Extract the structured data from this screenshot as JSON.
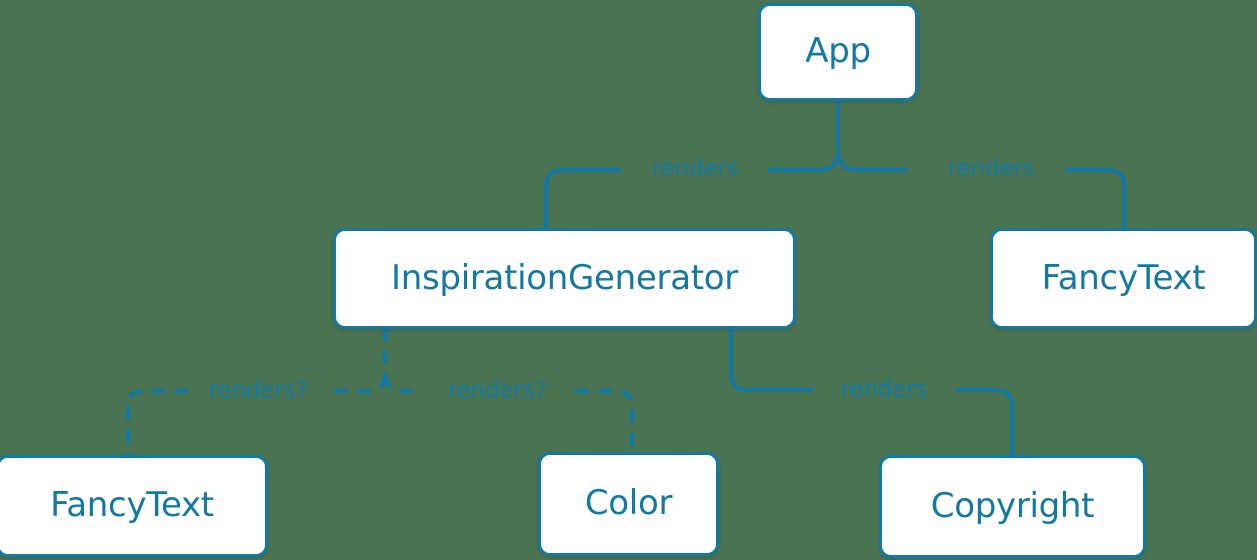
{
  "diagram": {
    "type": "component-tree",
    "background_color": "#4a7352",
    "accent_color": "#1379a3",
    "node_fill": "#ffffff",
    "nodes": [
      {
        "id": "app",
        "label": "App"
      },
      {
        "id": "inspgen",
        "label": "InspirationGenerator"
      },
      {
        "id": "fancytext_right",
        "label": "FancyText"
      },
      {
        "id": "fancytext_left",
        "label": "FancyText"
      },
      {
        "id": "color",
        "label": "Color"
      },
      {
        "id": "copyright",
        "label": "Copyright"
      }
    ],
    "edges": [
      {
        "id": "app_inspgen",
        "from": "app",
        "to": "inspgen",
        "label": "renders",
        "style": "solid"
      },
      {
        "id": "app_fancytext",
        "from": "app",
        "to": "fancytext_right",
        "label": "renders",
        "style": "solid"
      },
      {
        "id": "insp_fancytext",
        "from": "inspgen",
        "to": "fancytext_left",
        "label": "renders?",
        "style": "dashed"
      },
      {
        "id": "insp_color",
        "from": "inspgen",
        "to": "color",
        "label": "renders?",
        "style": "dashed"
      },
      {
        "id": "insp_copyright",
        "from": "inspgen",
        "to": "copyright",
        "label": "renders",
        "style": "solid"
      }
    ]
  }
}
